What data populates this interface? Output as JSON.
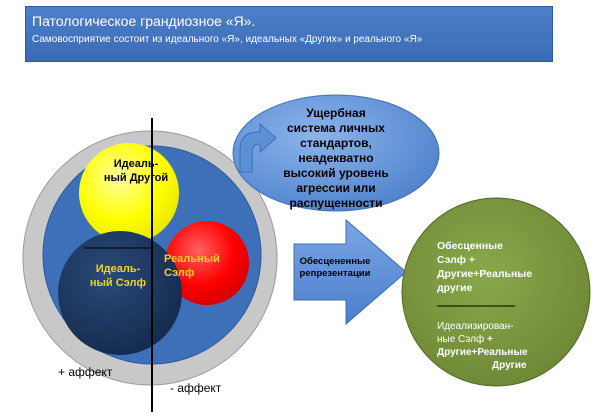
{
  "header": {
    "title": "Патологическое грандиозное «Я».",
    "subtitle": "Самовосприятие состоит из идеального «Я», идеальных «Других» и реального «Я»"
  },
  "diagram": {
    "ideal_other": "Идеаль-\nный Другой",
    "ideal_self": "Идеаль-\nный Сэлф",
    "real_self": "Реальный\nСэлф",
    "deficient_system": "Ущербная\nсистема личных\nстандартов,\nнеадекватно\nвысокий уровень\nагрессии или\nраспущенности",
    "arrow_label": "Обесцененные\nрепрезентации",
    "green_top": "Обесценные\nСэлф +\nДругие+Реальные\nдругие",
    "green_bottom_1": "Идеализирован-\nные Сэлф",
    "green_bottom_2": "+",
    "green_bottom_3": "Другие+Реальные",
    "green_bottom_4": "Другие",
    "plus_affect": "+ аффект",
    "minus_affect": "- аффект"
  },
  "colors": {
    "header_bg": "#3f6fbb",
    "outer_gray": "#c8c8c8",
    "blue_ring": "#3d70b8",
    "yellow": "#ffff00",
    "red": "#ff0000",
    "dark_navy": "#1b365e",
    "green": "#77933c",
    "light_blue": "#5b8fd6"
  }
}
